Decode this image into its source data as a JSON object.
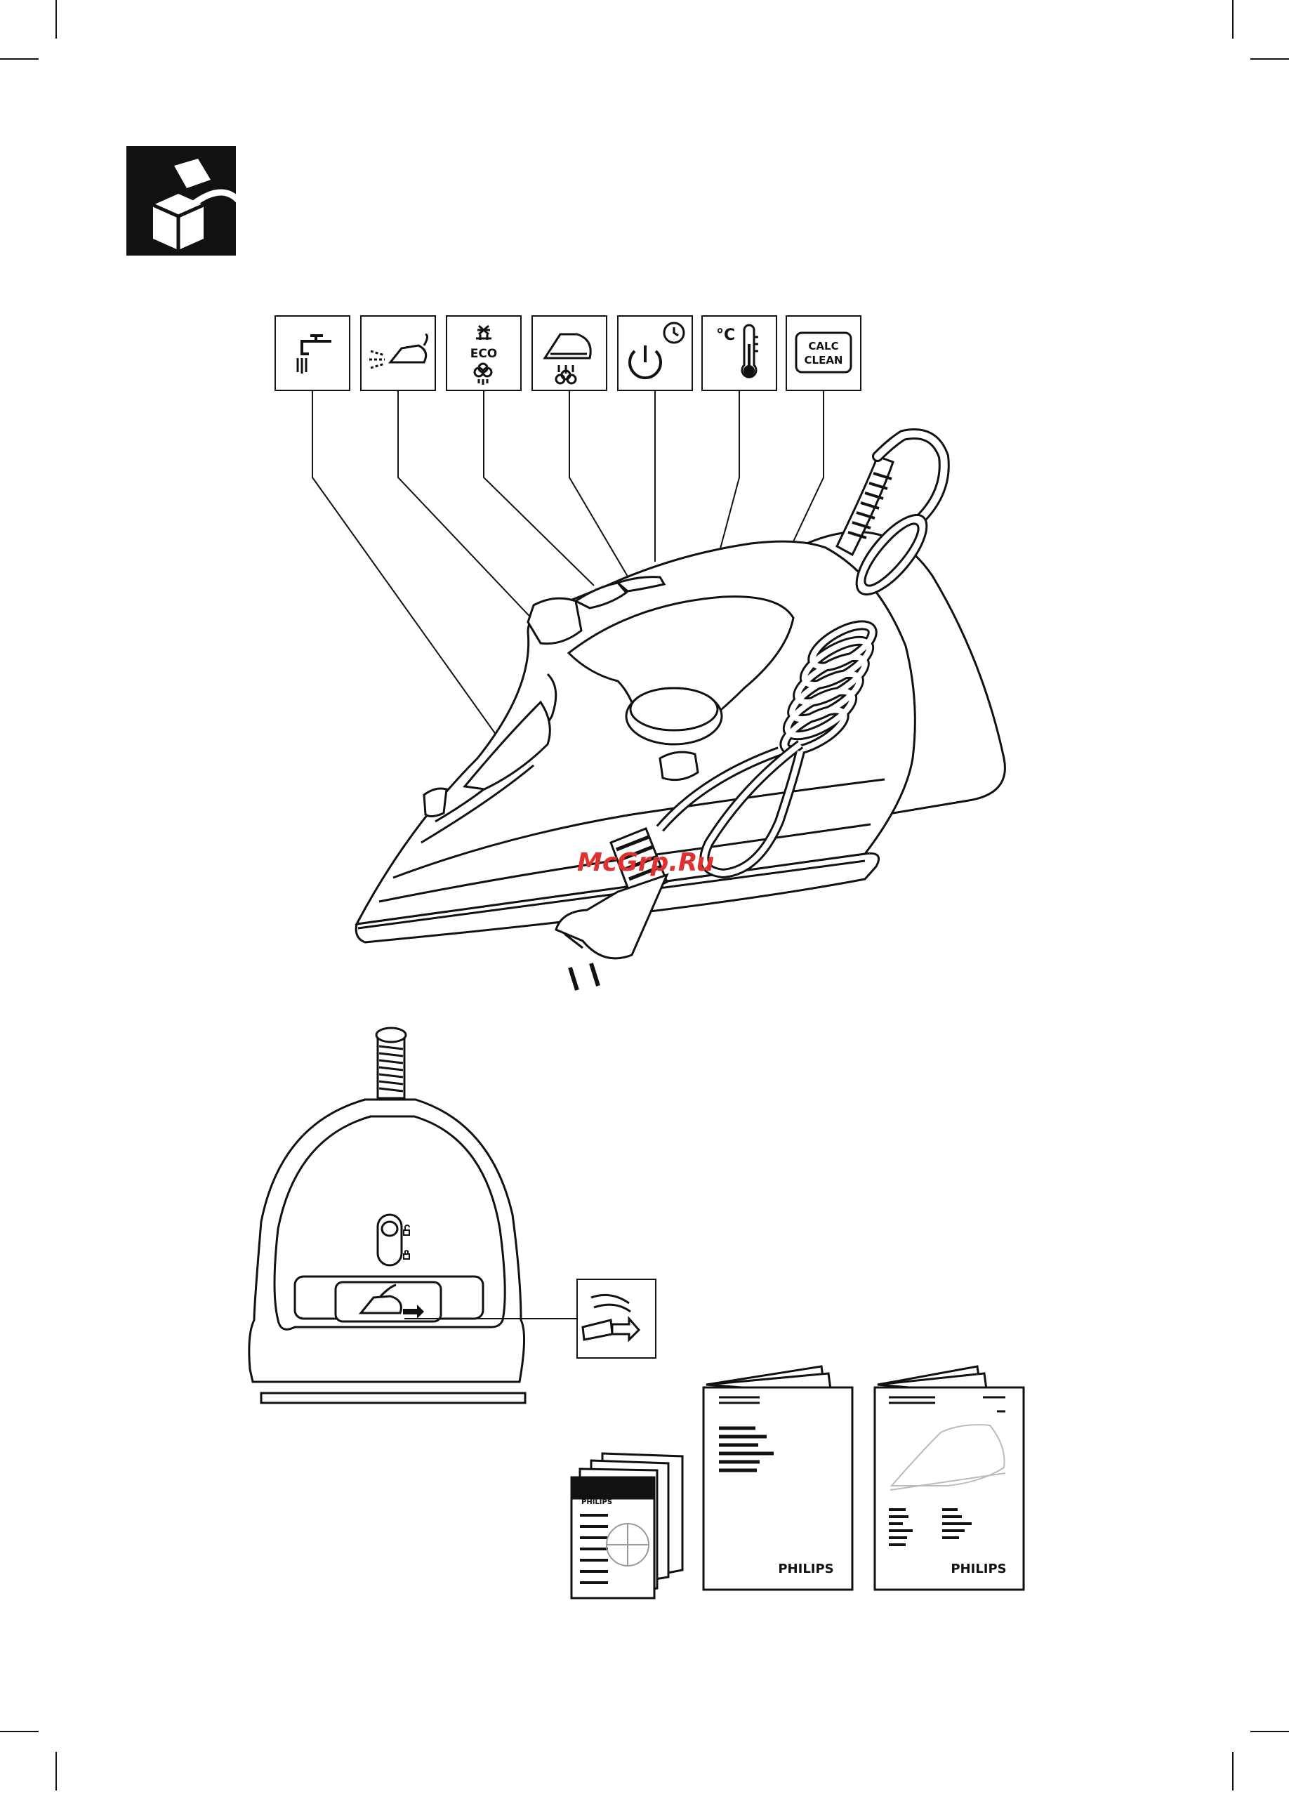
{
  "theme": {
    "ink": "#111111",
    "watermark_color": "#e03131",
    "background": "#ffffff"
  },
  "unpack_icon": {
    "icon": "unpack-box-icon"
  },
  "feature_icons": [
    {
      "name": "water-tap-icon",
      "text": ""
    },
    {
      "name": "spray-iron-icon",
      "text": ""
    },
    {
      "name": "eco-icon",
      "text": "ECO"
    },
    {
      "name": "steam-iron-icon",
      "text": ""
    },
    {
      "name": "power-timer-icon",
      "text": ""
    },
    {
      "name": "temperature-icon",
      "text": "°C"
    },
    {
      "name": "calc-clean-icon",
      "line1": "CALC",
      "line2": "CLEAN"
    }
  ],
  "watermark": {
    "text": "McGrp.Ru"
  },
  "booklets": {
    "small_brand": "PHILIPS",
    "manual_1_brand": "PHILIPS",
    "manual_2_brand": "PHILIPS"
  }
}
